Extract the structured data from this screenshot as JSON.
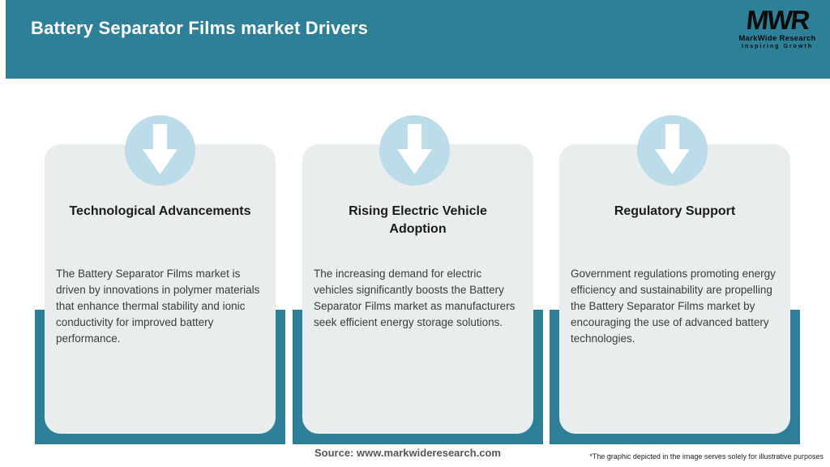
{
  "header": {
    "title": "Battery Separator Films market Drivers"
  },
  "logo": {
    "monogram": "MWR",
    "name": "MarkWide Research",
    "tagline": "Inspiring Growth"
  },
  "cards": [
    {
      "icon": "down-arrow-icon",
      "title": "Technological Advancements",
      "body": "The Battery Separator Films market is driven by innovations in polymer materials that enhance thermal stability and ionic conductivity for improved battery performance."
    },
    {
      "icon": "down-arrow-icon",
      "title": "Rising Electric Vehicle Adoption",
      "body": "The increasing demand for electric vehicles significantly boosts the Battery Separator Films market as manufacturers seek efficient energy storage solutions."
    },
    {
      "icon": "down-arrow-icon",
      "title": "Regulatory Support",
      "body": "Government regulations promoting energy efficiency and sustainability are propelling the Battery Separator Films market by encouraging the use of advanced battery technologies."
    }
  ],
  "footer": {
    "source": "Source: www.markwideresearch.com",
    "disclaimer": "*The graphic depicted in the image serves solely for illustrative purposes"
  },
  "colors": {
    "teal": "#2E8098",
    "card_background": "#E9EDED",
    "circle_blue": "#BCDCE9",
    "arrow_white": "#FFFFFF",
    "header_text": "#FFFFFF",
    "title_text": "#1B1B1B",
    "body_text": "#3C3C3C",
    "source_text": "#575757"
  }
}
